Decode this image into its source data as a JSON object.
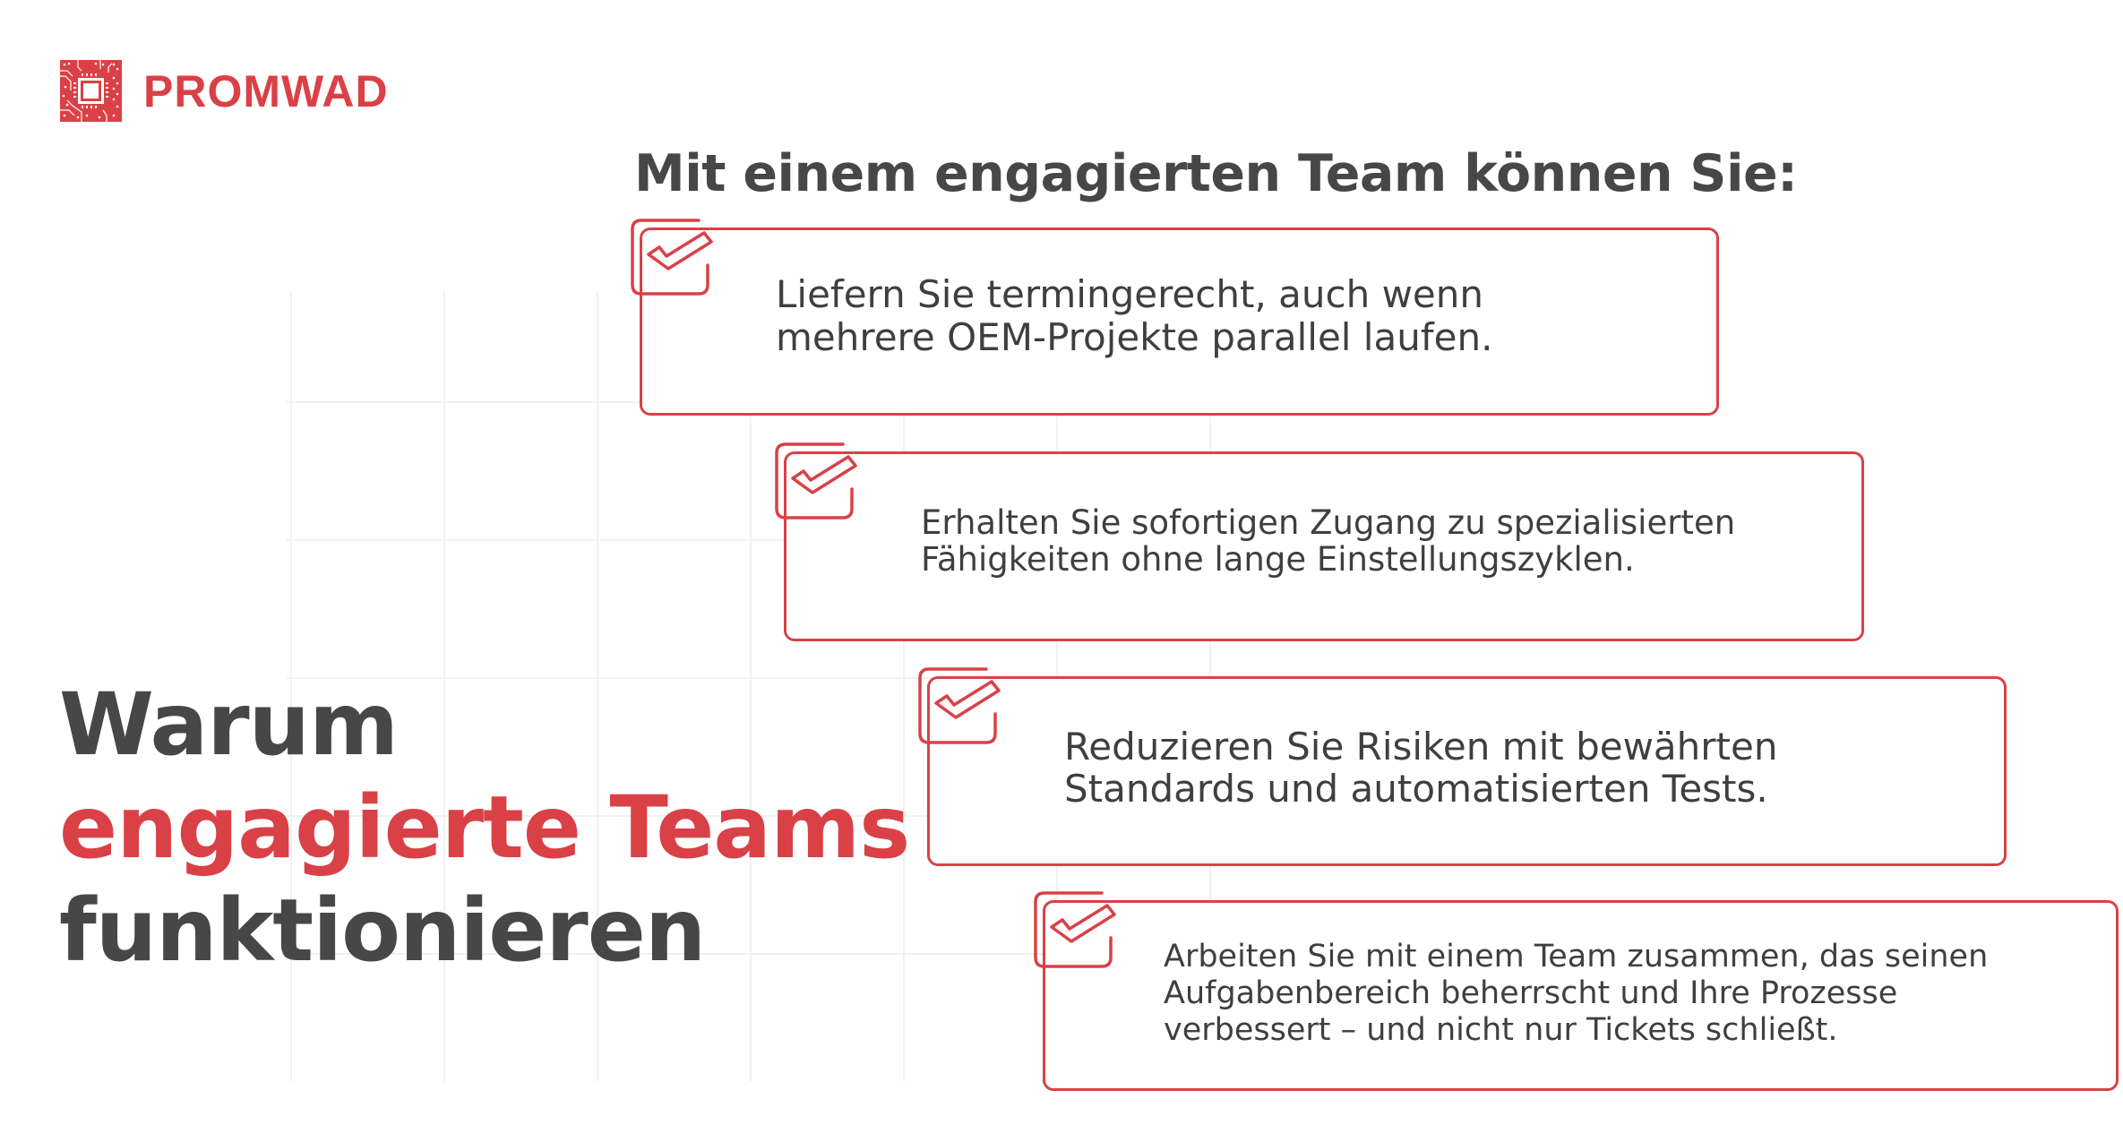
{
  "colors": {
    "brand_red": "#d94147",
    "text_dark": "#474747",
    "body_text": "#3f3f3f",
    "grid_line": "#f1f1f1",
    "background": "#ffffff"
  },
  "logo": {
    "icon": "circuit-chip-icon",
    "text": "PROMWAD"
  },
  "main_heading": "Mit einem engagierten Team können Sie:",
  "side_title": {
    "line1": "Warum",
    "line2_highlight": "engagierte Teams",
    "line3": "funktionieren"
  },
  "benefits": [
    {
      "icon": "checkbox-check-icon",
      "text": "Liefern Sie termingerecht, auch wenn\nmehrere OEM-Projekte parallel laufen."
    },
    {
      "icon": "checkbox-check-icon",
      "text": "Erhalten Sie sofortigen Zugang zu spezialisierten\nFähigkeiten ohne lange Einstellungszyklen."
    },
    {
      "icon": "checkbox-check-icon",
      "text": "Reduzieren Sie Risiken mit bewährten\nStandards und automatisierten Tests."
    },
    {
      "icon": "checkbox-check-icon",
      "text": "Arbeiten Sie mit einem Team zusammen, das seinen\nAufgabenbereich beherrscht und Ihre Prozesse\nverbessert – und nicht nur Tickets schließt."
    }
  ]
}
